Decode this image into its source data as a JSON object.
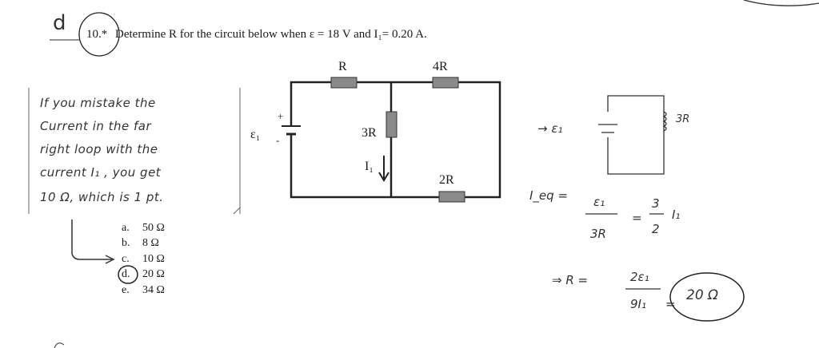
{
  "problem": {
    "number": "10.*",
    "prompt": "Determine R for the circuit below when ε = 18 V and I₁= 0.20 A."
  },
  "circuit": {
    "labels": {
      "R": "R",
      "fourR": "4R",
      "threeR": "3R",
      "twoR": "2R",
      "emf": "ε₁",
      "current": "I₁",
      "plus": "+",
      "minus": "-"
    }
  },
  "choices": [
    {
      "letter": "a.",
      "value": "50 Ω"
    },
    {
      "letter": "b.",
      "value": "8 Ω"
    },
    {
      "letter": "c.",
      "value": "10 Ω"
    },
    {
      "letter": "d.",
      "value": "20 Ω"
    },
    {
      "letter": "e.",
      "value": "34 Ω"
    }
  ],
  "handwritten": {
    "corner_mark": "d",
    "note_lines": [
      "If you mistake the",
      "Current in the far",
      "right loop with the",
      "current I₁ , you get",
      "10 Ω, which is 1 pt."
    ],
    "work": {
      "arrow_emf": "→ ε₁",
      "sketch_label": "3R",
      "ieq": "I_eq =",
      "eq_num": "ε₁",
      "eq_den": "3R",
      "eq_equals": "=",
      "eq_frac_num": "3",
      "eq_frac_den": "2",
      "eq_i": "I₁",
      "r_arrow": "⇒ R =",
      "r_num": "2ε₁",
      "r_den": "9I₁",
      "r_equals": "=",
      "answer": "20 Ω"
    }
  }
}
